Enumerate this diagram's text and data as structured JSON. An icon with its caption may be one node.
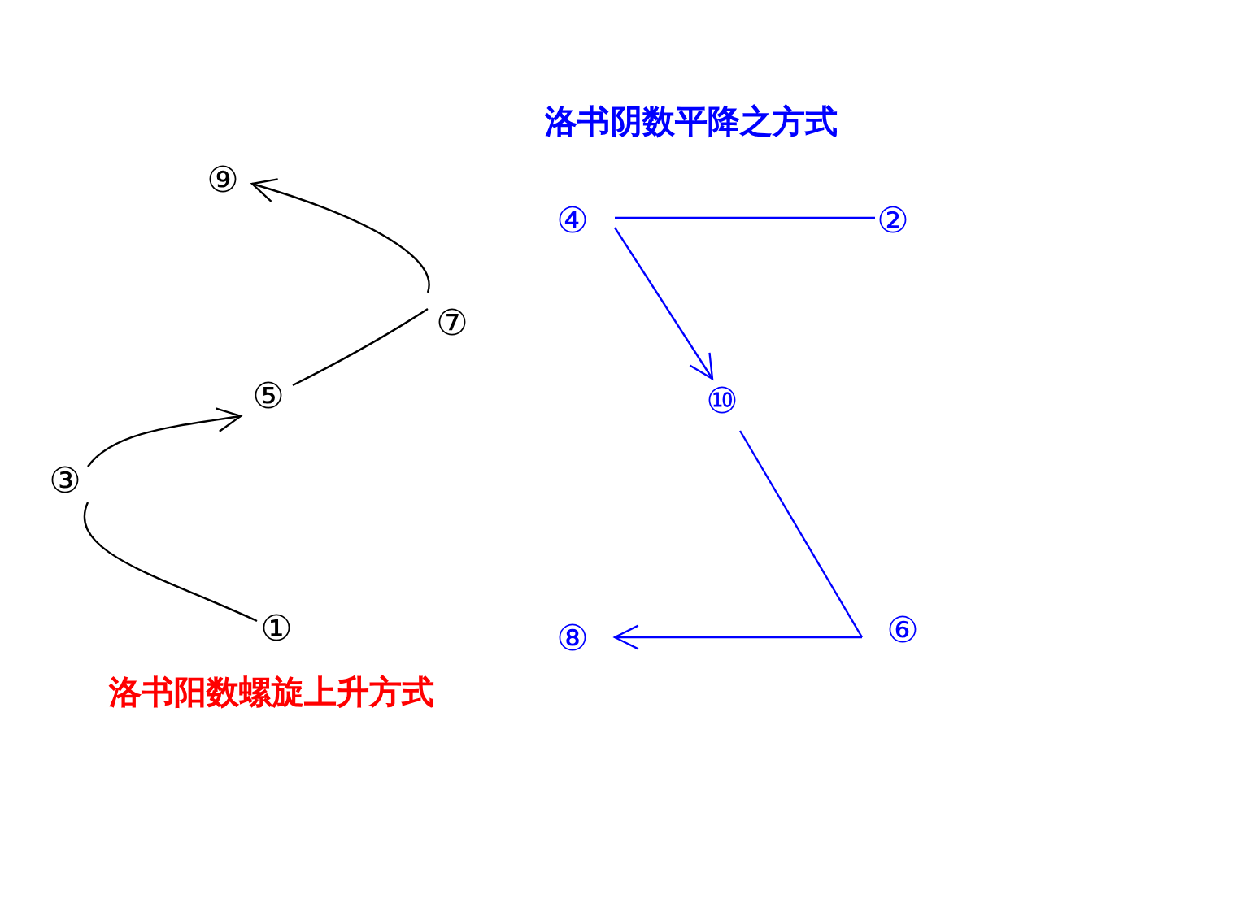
{
  "diagram": {
    "nodes": [
      {
        "text": [
          "⑨"
        ]
      },
      {
        "text": [
          "⑦"
        ]
      },
      {
        "text": [
          "⑤"
        ]
      },
      {
        "text": [
          "③"
        ]
      },
      {
        "text": [
          "①"
        ]
      },
      {
        "text": [
          "④"
        ]
      },
      {
        "text": [
          "②"
        ]
      },
      {
        "text": [
          "⑩"
        ]
      },
      {
        "text": [
          "⑥"
        ]
      },
      {
        "text": [
          "⑧"
        ]
      }
    ],
    "edges": [
      {
        "from": 4,
        "to": 3,
        "arrow": "none"
      },
      {
        "from": 3,
        "to": 2,
        "arrow": "to"
      },
      {
        "from": 2,
        "to": 1,
        "arrow": "none"
      },
      {
        "from": 1,
        "to": 0,
        "arrow": "to"
      },
      {
        "from": 6,
        "to": 5,
        "arrow": "none",
        "color": "#0000ff"
      },
      {
        "from": 5,
        "to": 7,
        "arrow": "to",
        "color": "#0000ff"
      },
      {
        "from": 7,
        "to": 8,
        "arrow": "none",
        "color": "#0000ff"
      },
      {
        "from": 8,
        "to": 9,
        "arrow": "to",
        "color": "#0000ff"
      }
    ],
    "labels": [
      "洛书阴数平降之方式",
      "洛书阳数螺旋上升方式"
    ]
  }
}
